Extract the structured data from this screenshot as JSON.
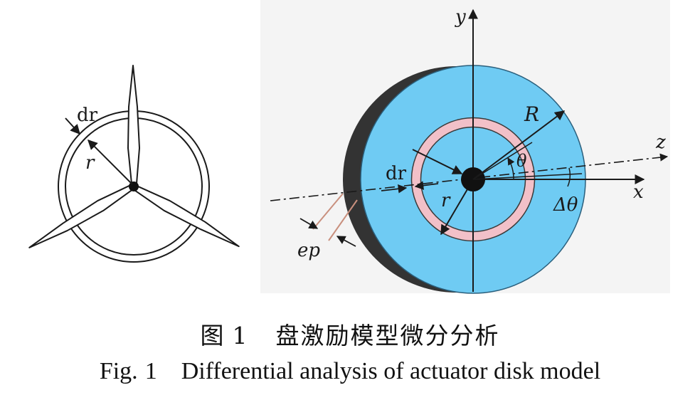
{
  "left_figure": {
    "dr_label": "dr",
    "r_label": "r"
  },
  "right_figure": {
    "axis_y": "y",
    "axis_x": "x",
    "axis_z": "z",
    "R_label": "R",
    "theta_label": "θ",
    "delta_theta_label": "Δθ",
    "dr_label": "dr",
    "r_label": "r",
    "ep_label": "ep",
    "colors": {
      "disk_face": "#6fcbf3",
      "disk_edge": "#333333",
      "annulus": "#f2c0c8",
      "flow_arrow": "#4f8fc6",
      "ep_lines": "#c9907e"
    }
  },
  "caption": {
    "cn_prefix": "图",
    "cn_number": "1",
    "cn_text": "盘激励模型微分分析",
    "en_prefix": "Fig.",
    "en_number": "1",
    "en_text": "Differential analysis of actuator disk model"
  }
}
